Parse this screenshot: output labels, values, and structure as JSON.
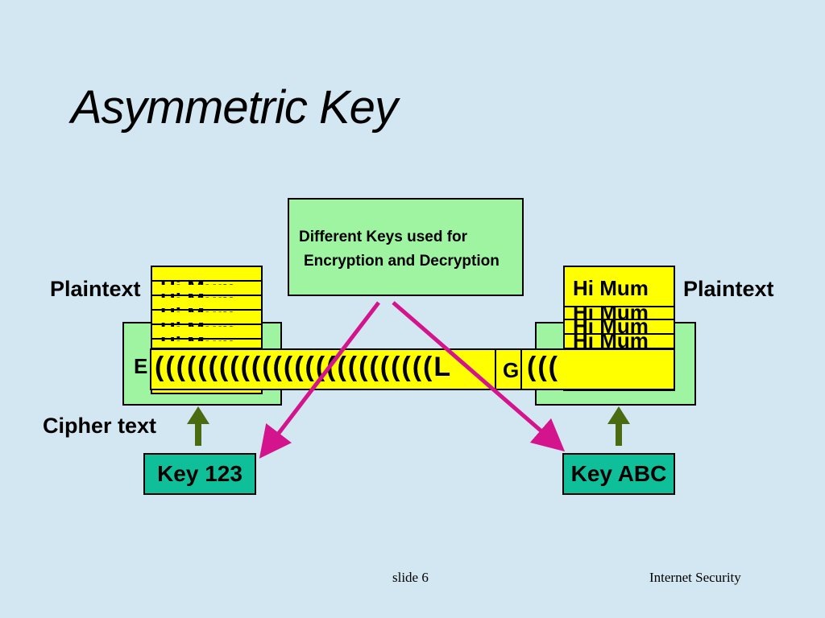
{
  "slide": {
    "title": "Asymmetric Key",
    "callout": {
      "line1": "Different Keys used for",
      "line2": "Encryption and Decryption"
    },
    "left": {
      "plaintext_label": "Plaintext",
      "stack_text": "Hi Mum",
      "engine_partial": "E",
      "cipher_label": "Cipher text",
      "key_label": "Key 123"
    },
    "right": {
      "plaintext_label": "Plaintext",
      "stack_text": "Hi Mum",
      "key_label": "Key ABC"
    },
    "cipher_strip": {
      "glyphs": "((((((((((((((((((((((((((L",
      "partial_char": "G",
      "trailing_glyphs": "((("
    },
    "footer": {
      "slide_number": "slide 6",
      "course": "Internet Security"
    },
    "colors": {
      "background": "#d3e7f3",
      "box_green": "#9ef4a0",
      "plaintext_yellow": "#ffff00",
      "key_teal": "#0fbf9a",
      "pointer_magenta": "#d4148c",
      "arrow_olive": "#4a6b10"
    }
  }
}
